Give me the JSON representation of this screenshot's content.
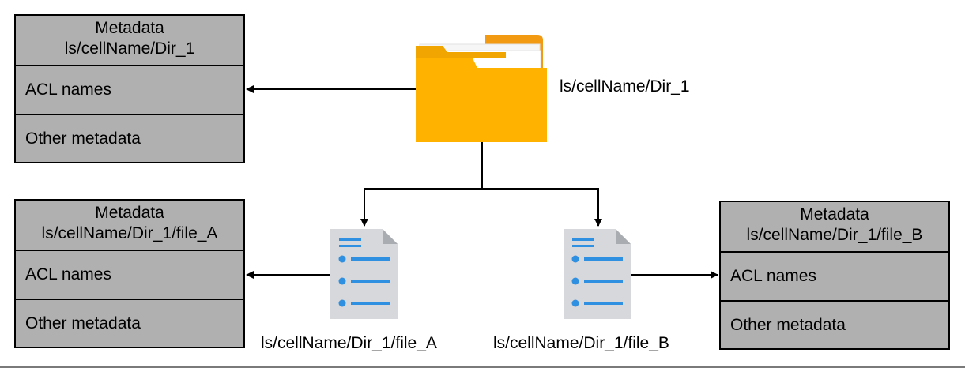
{
  "dir_box": {
    "title": "Metadata",
    "path": "ls/cellName/Dir_1",
    "row1": "ACL names",
    "row2": "Other metadata"
  },
  "file_a_box": {
    "title": "Metadata",
    "path": "ls/cellName/Dir_1/file_A",
    "row1": "ACL names",
    "row2": "Other metadata"
  },
  "file_b_box": {
    "title": "Metadata",
    "path": "ls/cellName/Dir_1/file_B",
    "row1": "ACL names",
    "row2": "Other metadata"
  },
  "labels": {
    "folder": "ls/cellName/Dir_1",
    "file_a": "ls/cellName/Dir_1/file_A",
    "file_b": "ls/cellName/Dir_1/file_B"
  },
  "icons": {
    "folder": "folder-icon",
    "file_a": "document-icon",
    "file_b": "document-icon"
  },
  "colors": {
    "box_fill": "#b0b0b0",
    "folder_front": "#ffb300",
    "folder_back": "#f29b12",
    "doc_body": "#d6d8db",
    "doc_accent": "#2f8fe0"
  }
}
